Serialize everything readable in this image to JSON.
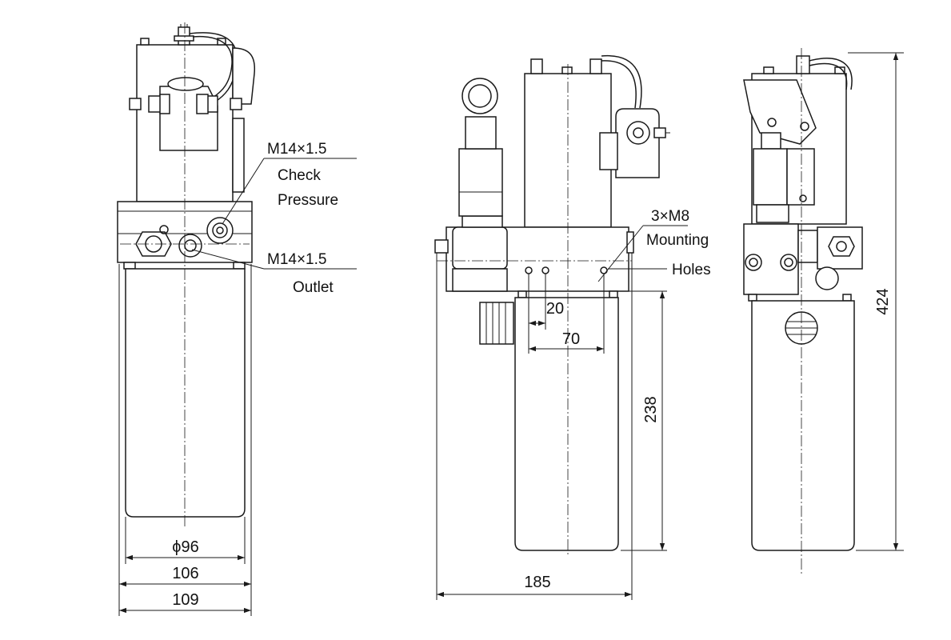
{
  "labels": {
    "check_thread": "M14×1.5",
    "check_line1": "Check",
    "check_line2": "Pressure",
    "outlet_thread": "M14×1.5",
    "outlet": "Outlet",
    "mount_thread": "3×M8",
    "mount_line1": "Mounting",
    "mount_line2": "Holes"
  },
  "dimensions": {
    "tank_diameter": "ϕ96",
    "tank_width": "106",
    "base_width": "109",
    "hole_spacing_small": "20",
    "hole_spacing_large": "70",
    "tank_height": "238",
    "overall_height": "424",
    "overall_width": "185"
  }
}
